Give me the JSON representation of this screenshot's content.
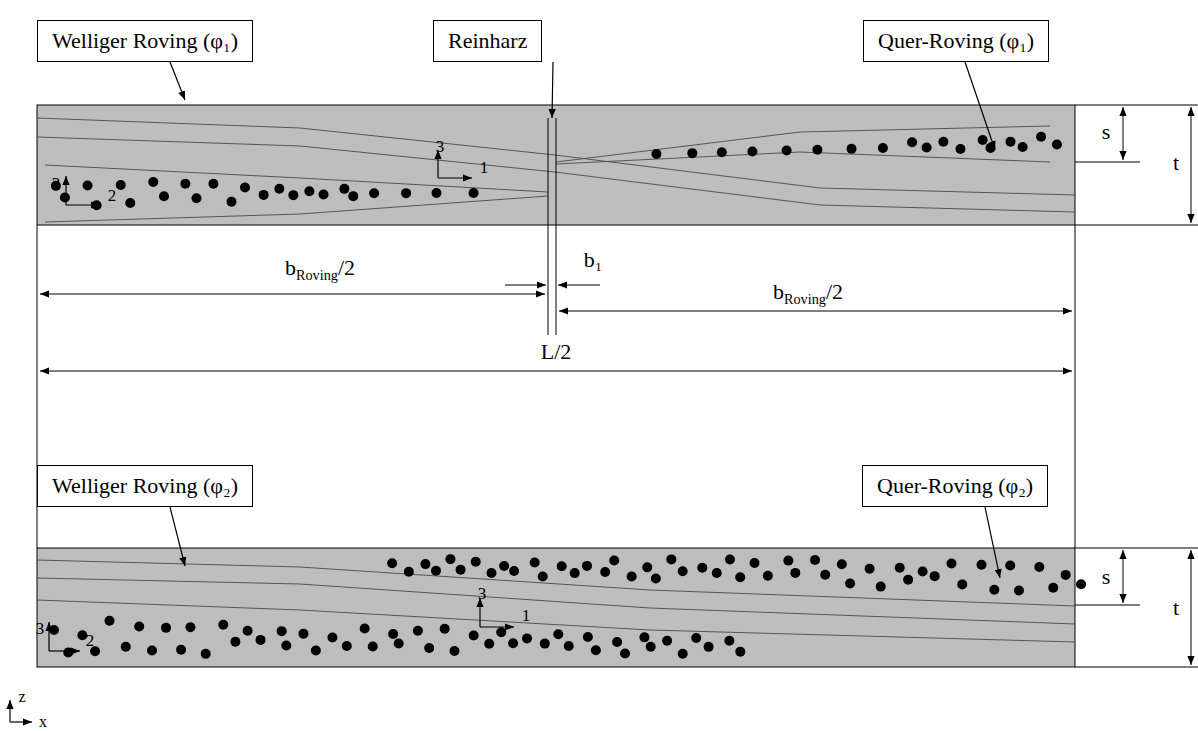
{
  "diagram": {
    "nodes": [
      {
        "text": [
          "Welliger Roving (φ₁)"
        ]
      },
      {
        "text": [
          "Reinharz"
        ]
      },
      {
        "text": [
          "Quer-Roving (φ₁)"
        ]
      },
      {
        "text": [
          "Welliger Roving (φ₂)"
        ]
      },
      {
        "text": [
          "Quer-Roving (φ₂)"
        ]
      }
    ],
    "labels": [
      "3",
      "2",
      "3",
      "1",
      "s",
      "t",
      "b",
      "Roving",
      "/2",
      "b₁",
      "b",
      "Roving",
      "/2",
      "L/2",
      "3",
      "2",
      "3",
      "1",
      "s",
      "t",
      "z",
      "x"
    ]
  }
}
